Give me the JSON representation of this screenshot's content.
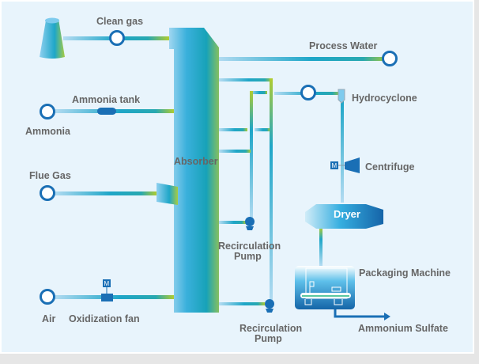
{
  "diagram": {
    "title": "Ammonia desulfurization process flow",
    "labels": {
      "clean_gas": "Clean  gas",
      "process_water": "Process Water",
      "ammonia_tank": "Ammonia tank",
      "ammonia": "Ammonia",
      "hydrocyclone": "Hydrocyclone",
      "absorber": "Absorber",
      "centrifuge": "Centrifuge",
      "flue_gas": "Flue Gas",
      "dryer": "Dryer",
      "recirculation_pump_1_line1": "Recirculation",
      "recirculation_pump_1_line2": "Pump",
      "packaging_machine": "Packaging Machine",
      "air": "Air",
      "oxidization_fan": "Oxidization fan",
      "recirculation_pump_2_line1": "Recirculation",
      "recirculation_pump_2_line2": "Pump",
      "ammonium_sulfate": "Ammonium Sulfate",
      "motor_symbol": "M"
    },
    "icons": {
      "flow_out": "arrow-left-circle-icon",
      "flow_in": "arrow-right-circle-icon",
      "pump": "pump-icon",
      "motor": "motor-icon"
    },
    "colors": {
      "background": "#e8f4fc",
      "pipe_light": "#a8d8f0",
      "pipe_mid": "#1ea6c8",
      "pipe_end": "#a8c83c",
      "equipment_blue": "#1a6fb5",
      "absorber_left": "#8fd0ee",
      "absorber_mid": "#2aaed4",
      "absorber_right": "#7cbf5c",
      "label_gray": "#666666"
    }
  }
}
